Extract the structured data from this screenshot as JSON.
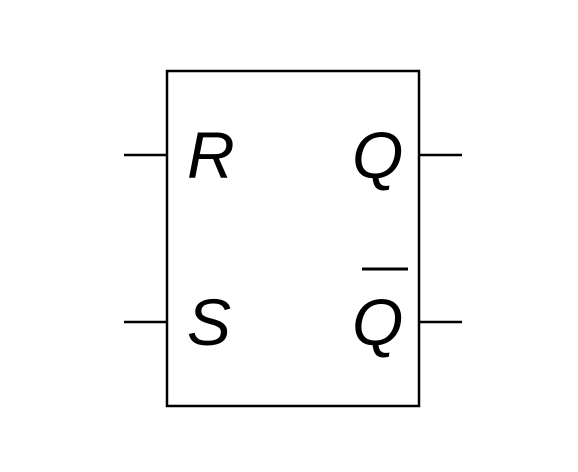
{
  "diagram": {
    "inputs": [
      {
        "label": "R"
      },
      {
        "label": "S"
      }
    ],
    "outputs": [
      {
        "label": "Q",
        "overline": false
      },
      {
        "label": "Q",
        "overline": true
      }
    ],
    "colors": {
      "stroke": "#000000",
      "background": "#ffffff"
    }
  }
}
